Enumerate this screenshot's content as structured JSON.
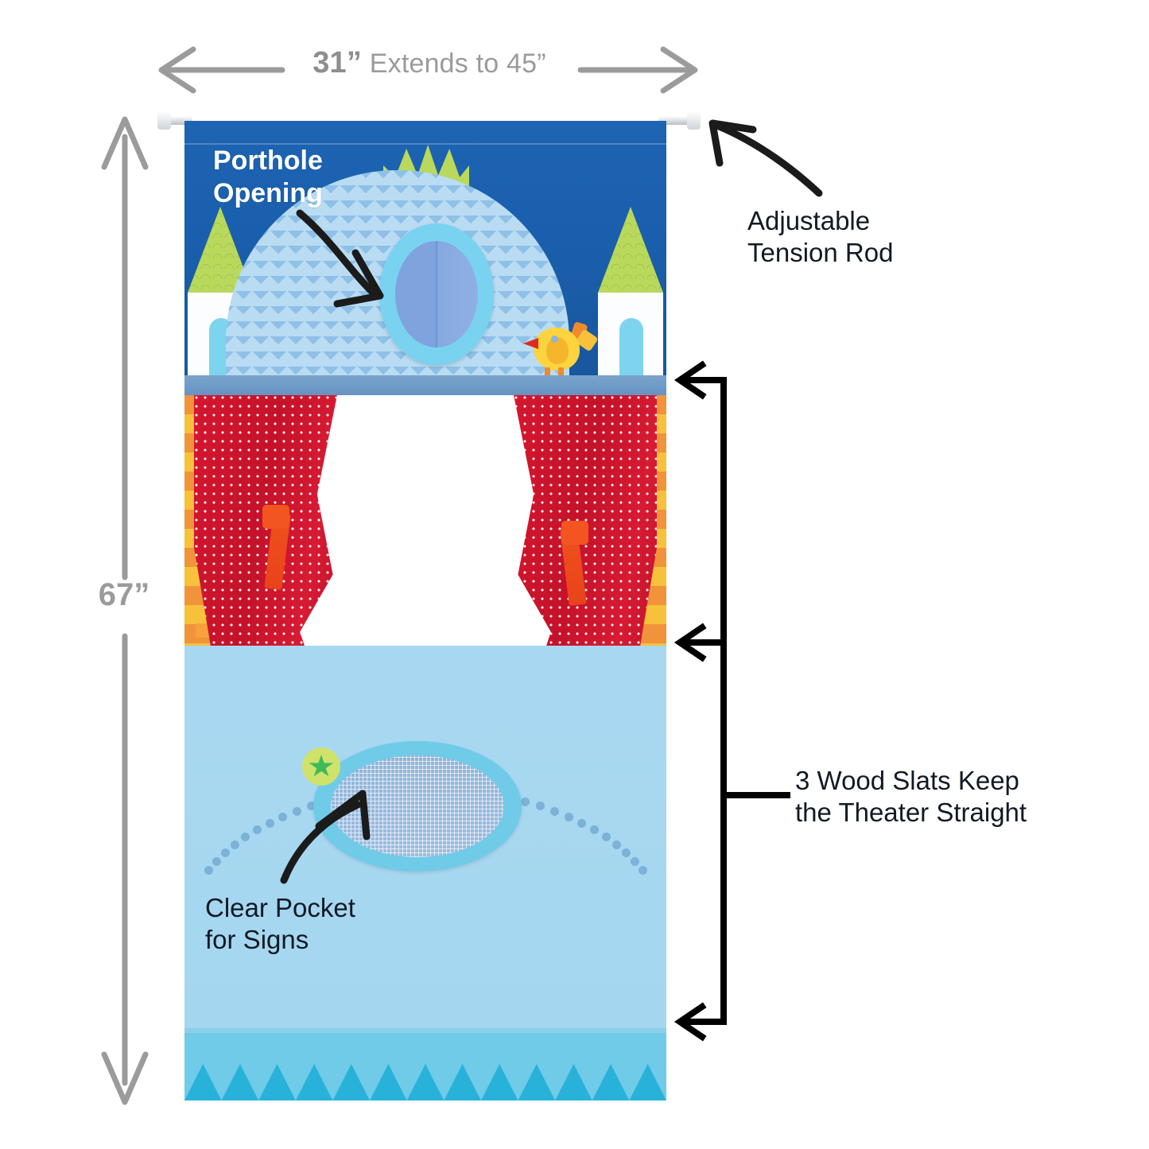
{
  "image": {
    "subject": "Doorway puppet theater product infographic",
    "background_color": "#ffffff"
  },
  "dimensions": {
    "width_label_prefix": "31”",
    "width_label_suffix": " Extends to 45”",
    "height_label": "67”",
    "arrow_color": "#9b9b9b"
  },
  "callouts": [
    {
      "id": "porthole",
      "text_line1": "Porthole",
      "text_line2": "Opening",
      "color": "#ffffff"
    },
    {
      "id": "tension-rod",
      "text_line1": "Adjustable",
      "text_line2": "Tension Rod",
      "color": "#16202b"
    },
    {
      "id": "clear-pocket",
      "text_line1": "Clear Pocket",
      "text_line2": "for Signs",
      "color": "#16202b"
    },
    {
      "id": "wood-slats",
      "text_line1": "3 Wood Slats Keep",
      "text_line2": "the Theater Straight",
      "color": "#16202b"
    }
  ],
  "product": {
    "top_section": {
      "name": "castle-scene",
      "background_color": "#1a5fad",
      "dome_color": "#b9dcf2",
      "crown_color": "#b9d95c",
      "porthole_rim_color": "#79d3f0",
      "porthole_fill_color": "#7fa3dd",
      "tower_roof_color": "#b9d95c",
      "tower_body_color": "#fbfdfe",
      "tower_window_color": "#7dd4ef",
      "bird_color": "#fbd440"
    },
    "header_band": {
      "name": "stage-header-band",
      "color": "#6d9bc8"
    },
    "curtains": {
      "name": "red-polka-dot-curtains",
      "color": "#d5162f",
      "dot_color": "#ffffff",
      "tieback_color": "#f0501e"
    },
    "side_panels": {
      "name": "striped-side-panels",
      "stripe_color_a": "#f0933a",
      "stripe_color_b": "#f7c13c"
    },
    "lower_section": {
      "name": "light-blue-lower-panel",
      "color": "#a6d7f0",
      "dot_color": "#7cb2d8",
      "pocket_rim_color": "#6fcbe8",
      "pocket_mesh_color": "#9cbcdf",
      "star_badge_color": "#3fba5a",
      "star_badge_ring_color": "#cfe26a"
    },
    "hem": {
      "name": "bottom-hem",
      "color": "#6fcbe8",
      "zigzag_color": "#29b2d9",
      "zigzag_count": 13
    },
    "rod": {
      "name": "tension-rod",
      "color": "#d9dde0"
    }
  }
}
